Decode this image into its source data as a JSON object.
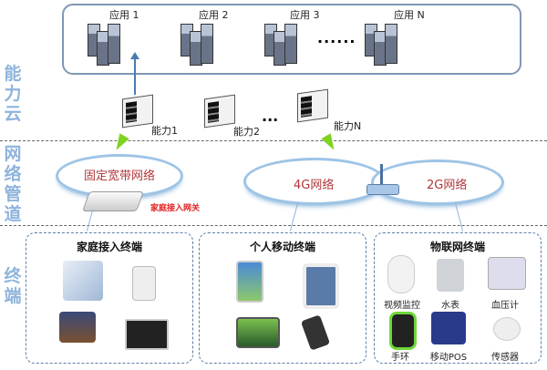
{
  "side_labels": {
    "cloud": "能力云",
    "network": "网络管道",
    "terminal": "终端"
  },
  "apps": [
    "应用 1",
    "应用 2",
    "应用 3",
    "应用 N"
  ],
  "apps_ellipsis": "......",
  "capabilities": [
    "能力1",
    "能力2",
    "能力N"
  ],
  "cap_ellipsis": "...",
  "networks": {
    "fixed": "固定宽带网络",
    "gateway": "家庭接入网关",
    "g4": "4G网络",
    "g2": "2G网络"
  },
  "terminals": [
    {
      "title": "家庭接入终端",
      "devices": [
        "desktop-pc",
        "ip-camera",
        "video-phone",
        "tv"
      ]
    },
    {
      "title": "个人移动终端",
      "devices": [
        "pda",
        "tablet",
        "laptop",
        "mobile-phone"
      ]
    },
    {
      "title": "物联网终端",
      "devices": [
        "视频监控",
        "水表",
        "血压计",
        "手环",
        "移动POS",
        "传感器"
      ]
    }
  ],
  "colors": {
    "side": "#8fb4dc",
    "net_text": "#b0383a",
    "gateway_text": "#e02020",
    "bolt": "#7ed321"
  }
}
